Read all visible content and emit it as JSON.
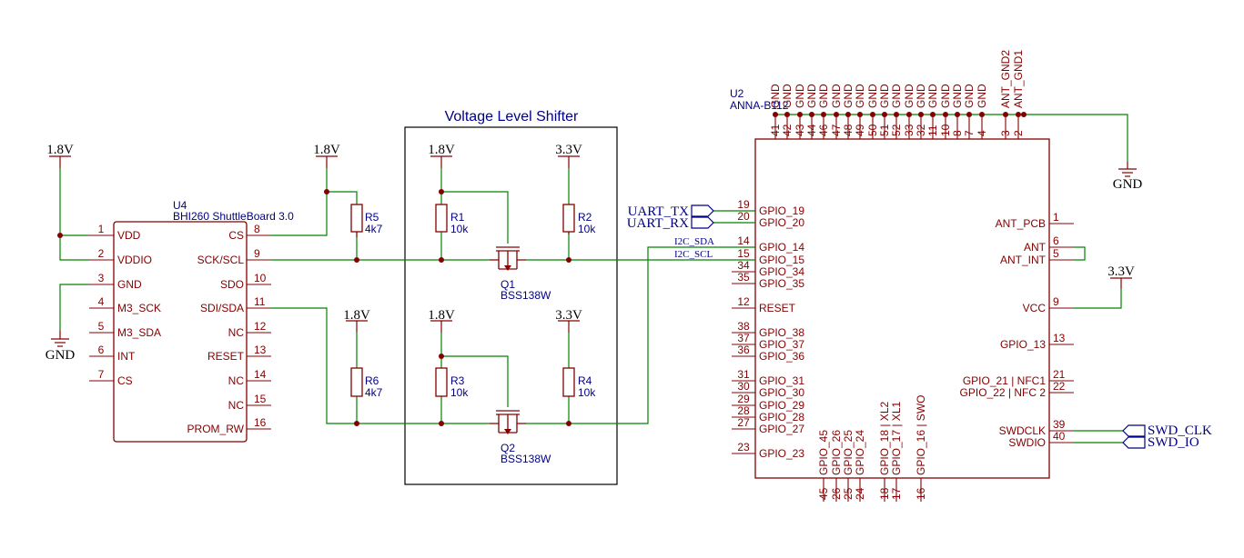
{
  "block_title": "Voltage Level Shifter",
  "u4": {
    "ref": "U4",
    "value": "BHI260 ShuttleBoard 3.0",
    "left_pins": [
      {
        "num": "1",
        "name": "VDD"
      },
      {
        "num": "2",
        "name": "VDDIO"
      },
      {
        "num": "3",
        "name": "GND"
      },
      {
        "num": "4",
        "name": "M3_SCK"
      },
      {
        "num": "5",
        "name": "M3_SDA"
      },
      {
        "num": "6",
        "name": "INT"
      },
      {
        "num": "7",
        "name": "CS"
      }
    ],
    "right_pins": [
      {
        "num": "8",
        "name": "CS"
      },
      {
        "num": "9",
        "name": "SCK/SCL"
      },
      {
        "num": "10",
        "name": "SDO"
      },
      {
        "num": "11",
        "name": "SDI/SDA"
      },
      {
        "num": "12",
        "name": "NC"
      },
      {
        "num": "13",
        "name": "RESET"
      },
      {
        "num": "14",
        "name": "NC"
      },
      {
        "num": "15",
        "name": "NC"
      },
      {
        "num": "16",
        "name": "PROM_RW"
      }
    ]
  },
  "u2": {
    "ref": "U2",
    "value": "ANNA-B112",
    "left_pins": [
      {
        "num": "19",
        "name": "GPIO_19"
      },
      {
        "num": "20",
        "name": "GPIO_20"
      },
      {
        "num": "14",
        "name": "GPIO_14"
      },
      {
        "num": "15",
        "name": "GPIO_15"
      },
      {
        "num": "34",
        "name": "GPIO_34"
      },
      {
        "num": "35",
        "name": "GPIO_35"
      },
      {
        "num": "12",
        "name": "RESET"
      },
      {
        "num": "38",
        "name": "GPIO_38"
      },
      {
        "num": "37",
        "name": "GPIO_37"
      },
      {
        "num": "36",
        "name": "GPIO_36"
      },
      {
        "num": "31",
        "name": "GPIO_31"
      },
      {
        "num": "30",
        "name": "GPIO_30"
      },
      {
        "num": "29",
        "name": "GPIO_29"
      },
      {
        "num": "28",
        "name": "GPIO_28"
      },
      {
        "num": "27",
        "name": "GPIO_27"
      },
      {
        "num": "23",
        "name": "GPIO_23"
      }
    ],
    "right_pins": [
      {
        "num": "1",
        "name": "ANT_PCB"
      },
      {
        "num": "6",
        "name": "ANT"
      },
      {
        "num": "5",
        "name": "ANT_INT"
      },
      {
        "num": "9",
        "name": "VCC"
      },
      {
        "num": "13",
        "name": "GPIO_13"
      },
      {
        "num": "21",
        "name": "GPIO_21 | NFC1"
      },
      {
        "num": "22",
        "name": "GPIO_22 | NFC 2"
      },
      {
        "num": "39",
        "name": "SWDCLK"
      },
      {
        "num": "40",
        "name": "SWDIO"
      }
    ],
    "top_pins": [
      {
        "num": "41",
        "name": "GND"
      },
      {
        "num": "42",
        "name": "GND"
      },
      {
        "num": "43",
        "name": "GND"
      },
      {
        "num": "44",
        "name": "GND"
      },
      {
        "num": "46",
        "name": "GND"
      },
      {
        "num": "47",
        "name": "GND"
      },
      {
        "num": "48",
        "name": "GND"
      },
      {
        "num": "49",
        "name": "GND"
      },
      {
        "num": "50",
        "name": "GND"
      },
      {
        "num": "51",
        "name": "GND"
      },
      {
        "num": "52",
        "name": "GND"
      },
      {
        "num": "33",
        "name": "GND"
      },
      {
        "num": "32",
        "name": "GND"
      },
      {
        "num": "11",
        "name": "GND"
      },
      {
        "num": "10",
        "name": "GND"
      },
      {
        "num": "8",
        "name": "GND"
      },
      {
        "num": "7",
        "name": "GND"
      },
      {
        "num": "4",
        "name": "GND"
      },
      {
        "num": "3",
        "name": "ANT_GND2"
      },
      {
        "num": "2",
        "name": "ANT_GND1"
      }
    ],
    "bottom_pins": [
      {
        "num": "45",
        "name": "GPIO_45"
      },
      {
        "num": "26",
        "name": "GPIO_26"
      },
      {
        "num": "25",
        "name": "GPIO_25"
      },
      {
        "num": "24",
        "name": "GPIO_24"
      },
      {
        "num": "18",
        "name": "GPIO_18 | XL2"
      },
      {
        "num": "17",
        "name": "GPIO_17 | XL1"
      },
      {
        "num": "16",
        "name": "GPIO_16 | SWO"
      }
    ]
  },
  "resistors": [
    {
      "ref": "R1",
      "value": "10k"
    },
    {
      "ref": "R2",
      "value": "10k"
    },
    {
      "ref": "R3",
      "value": "10k"
    },
    {
      "ref": "R4",
      "value": "10k"
    },
    {
      "ref": "R5",
      "value": "4k7"
    },
    {
      "ref": "R6",
      "value": "4k7"
    }
  ],
  "transistors": [
    {
      "ref": "Q1",
      "value": "BSS138W"
    },
    {
      "ref": "Q2",
      "value": "BSS138W"
    }
  ],
  "power": {
    "v18": "1.8V",
    "v33": "3.3V",
    "gnd": "GND"
  },
  "labels": {
    "uart_tx": "UART_TX",
    "uart_rx": "UART_RX",
    "swd_clk": "SWD_CLK",
    "swd_io": "SWD_IO",
    "i2c_sda": "I2C_SDA",
    "i2c_scl": "I2C_SCL"
  }
}
